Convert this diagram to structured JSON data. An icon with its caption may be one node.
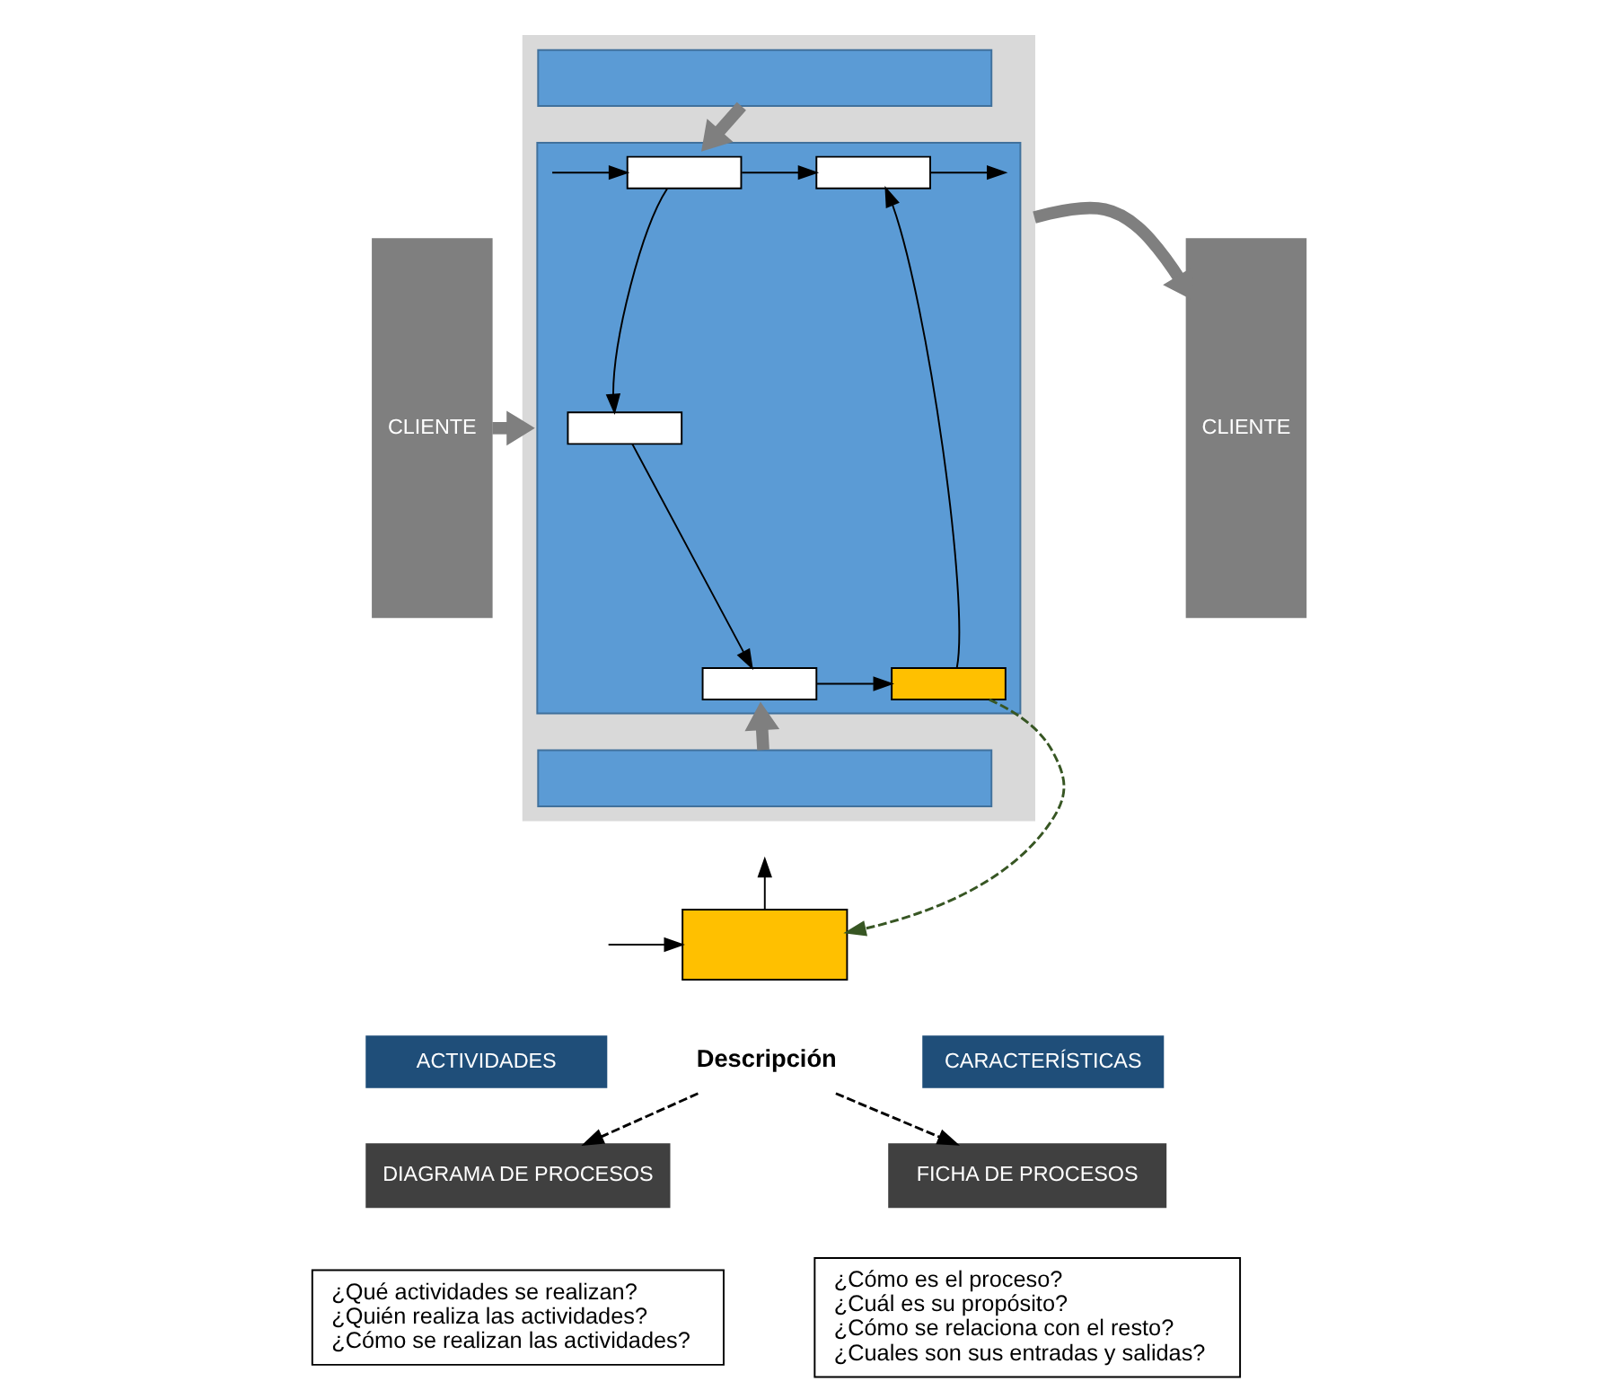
{
  "diagram": {
    "nodes": [
      {
        "text": [
          "CLIENTE"
        ]
      },
      {
        "text": [],
        "shape": "box"
      },
      {
        "text": [],
        "shape": "box",
        "in": 1
      },
      {
        "text": [],
        "shape": "box",
        "in": 1
      },
      {
        "text": [],
        "shape": "box",
        "in": 3
      },
      {
        "text": [],
        "shape": "box",
        "in": 3
      },
      {
        "text": [],
        "shape": "box",
        "in": 3
      },
      {
        "text": [],
        "shape": "box",
        "in": 3
      },
      {
        "text": [],
        "shape": "box",
        "in": 3
      },
      {
        "text": [],
        "shape": "box",
        "in": 1
      },
      {
        "text": [
          "CLIENTE"
        ]
      },
      {
        "text": [],
        "shape": "box"
      },
      {
        "text": [
          "Descripción"
        ]
      },
      {
        "text": [
          "ACTIVIDADES"
        ]
      },
      {
        "text": [
          "CARACTERÍSTICAS"
        ]
      },
      {
        "text": [
          "DIAGRAMA DE PROCESOS"
        ]
      },
      {
        "text": [
          "¿Qué actividades se realizan?",
          "¿Quién realiza las actividades?",
          "¿Cómo se realizan las actividades?"
        ]
      },
      {
        "text": [
          "FICHA DE PROCESOS"
        ]
      },
      {
        "text": [
          "¿Cómo es el proceso?",
          "¿Cuál es su propósito?",
          "¿Cómo se relaciona con el resto?",
          "¿Cuales son sus entradas y salidas?"
        ]
      }
    ],
    "edges": [
      {
        "from": 0,
        "to": 1,
        "arrow": "to",
        "style": "thick",
        "color": "#7f7f7f"
      },
      {
        "from": 1,
        "to": 10,
        "arrow": "to",
        "style": "thick",
        "color": "#7f7f7f"
      },
      {
        "from": 2,
        "to": 3,
        "arrow": "to",
        "style": "thick",
        "color": "#7f7f7f"
      },
      {
        "from": 9,
        "to": 3,
        "arrow": "to",
        "style": "thick",
        "color": "#7f7f7f"
      },
      {
        "from": null,
        "to": 4,
        "arrow": "to"
      },
      {
        "from": 4,
        "to": 5,
        "arrow": "to"
      },
      {
        "from": 4,
        "to": 6,
        "arrow": "to"
      },
      {
        "from": 6,
        "to": 7,
        "arrow": "to"
      },
      {
        "from": 7,
        "to": 8,
        "arrow": "to"
      },
      {
        "from": 8,
        "to": 5,
        "arrow": "to"
      },
      {
        "from": 5,
        "to": null,
        "arrow": "to"
      },
      {
        "from": 8,
        "to": 11,
        "arrow": "to",
        "style": "dashed",
        "color": "#375623"
      },
      {
        "from": null,
        "to": 11,
        "arrow": "to"
      },
      {
        "from": 11,
        "to": null,
        "arrow": "to"
      },
      {
        "from": 12,
        "to": 15,
        "arrow": "to",
        "style": "dashed"
      },
      {
        "from": 12,
        "to": 17,
        "arrow": "to",
        "style": "dashed"
      }
    ]
  }
}
